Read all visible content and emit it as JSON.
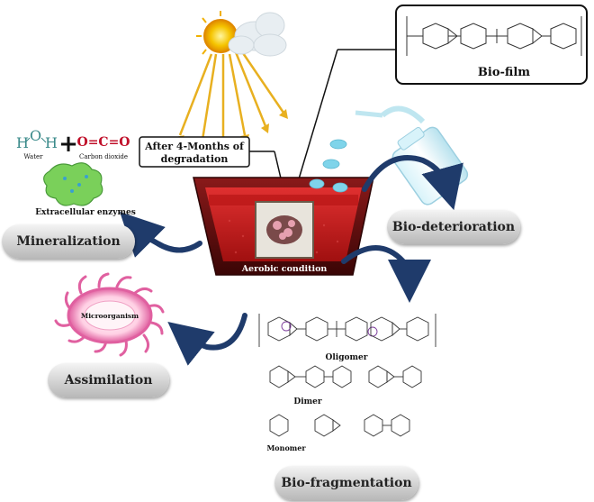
{
  "labels": {
    "bio_film": "Bio-film",
    "after_degradation_line1": "After 4-Months of",
    "after_degradation_line2": "degradation",
    "aerobic_condition": "Aerobic condition",
    "bio_deterioration": "Bio-deterioration",
    "mineralization": "Mineralization",
    "assimilation": "Assimilation",
    "bio_fragmentation": "Bio-fragmentation",
    "microorganism": "Microorganism",
    "extracellular_enzymes": "Extracellular enzymes",
    "water_formula_h1": "H",
    "water_formula_o": "O",
    "water_formula_h2": "H",
    "water": "Water",
    "plus": "+",
    "co2_formula": "O=C=O",
    "carbon_dioxide": "Carbon dioxide",
    "oligomer": "Oligomer",
    "dimer": "Dimer",
    "monomer": "Monomer"
  },
  "colors": {
    "pill_text": "#222222",
    "arrow_blue": "#1f3b6b",
    "container_dark": "#5a1010",
    "container_red": "#c82020",
    "water_teal": "#3a8a8a",
    "co2_red": "#c0102a",
    "microbe_pink": "#e060a0"
  }
}
